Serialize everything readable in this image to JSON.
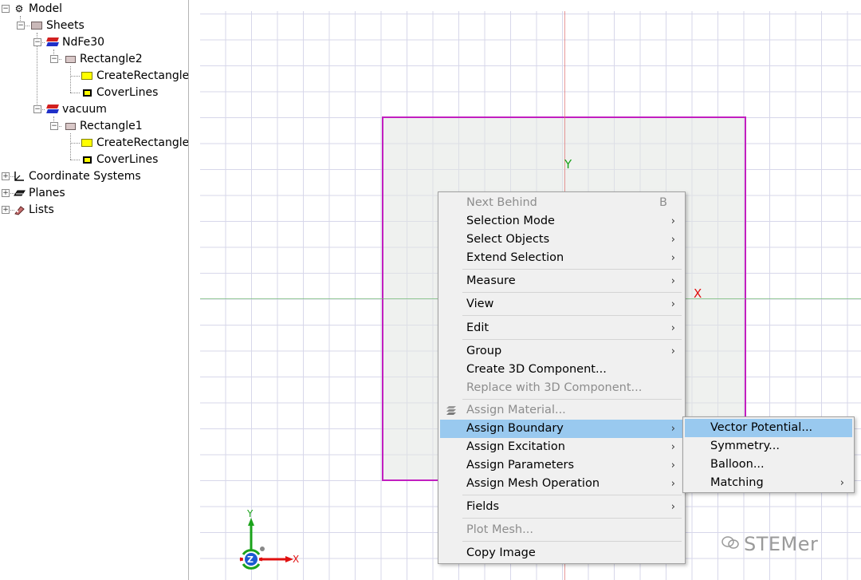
{
  "tree": {
    "model": "Model",
    "sheets": "Sheets",
    "ndfe30": "NdFe30",
    "rectangle2": "Rectangle2",
    "create_rect_a": "CreateRectangle",
    "cover_a": "CoverLines",
    "vacuum": "vacuum",
    "rectangle1": "Rectangle1",
    "create_rect_b": "CreateRectangle",
    "cover_b": "CoverLines",
    "coord_systems": "Coordinate Systems",
    "planes": "Planes",
    "lists": "Lists"
  },
  "viewport": {
    "y_label": "Y",
    "x_label": "X",
    "triad_y": "Y",
    "triad_x": "X",
    "triad_z": "Z",
    "watermark": "STEMer"
  },
  "menu": {
    "next_behind": "Next Behind",
    "next_behind_key": "B",
    "selection_mode": "Selection Mode",
    "select_objects": "Select Objects",
    "extend_selection": "Extend Selection",
    "measure": "Measure",
    "view": "View",
    "edit": "Edit",
    "group": "Group",
    "create_3d_component": "Create 3D Component...",
    "replace_3d_component": "Replace with 3D Component...",
    "assign_material": "Assign Material...",
    "assign_boundary": "Assign Boundary",
    "assign_excitation": "Assign Excitation",
    "assign_parameters": "Assign Parameters",
    "assign_mesh_operation": "Assign Mesh Operation",
    "fields": "Fields",
    "plot_mesh": "Plot Mesh...",
    "copy_image": "Copy Image",
    "arrow": "›"
  },
  "submenu": {
    "vector_potential": "Vector Potential...",
    "symmetry": "Symmetry...",
    "balloon": "Balloon...",
    "matching": "Matching"
  },
  "colors": {
    "sheet_outline": "#c21fc0",
    "highlight": "#99c9ef",
    "axis_y": "#1ba31b",
    "axis_x": "#e01010"
  }
}
